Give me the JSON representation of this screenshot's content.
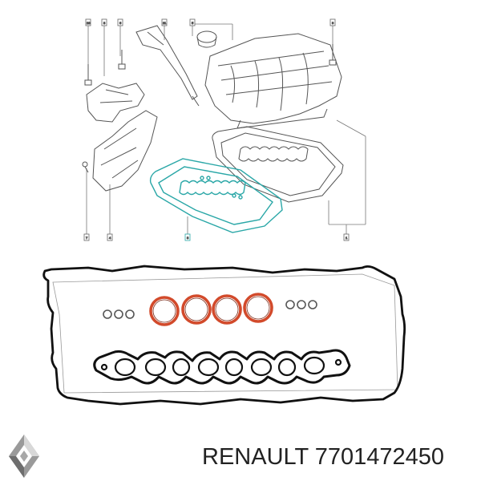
{
  "diagram": {
    "callouts": [
      {
        "id": "c1",
        "label": "10"
      },
      {
        "id": "c2",
        "label": "8"
      },
      {
        "id": "c3",
        "label": "6"
      },
      {
        "id": "c4",
        "label": "11"
      },
      {
        "id": "c5",
        "label": "5"
      },
      {
        "id": "c6",
        "label": "9"
      },
      {
        "id": "c7",
        "label": "7"
      },
      {
        "id": "c8",
        "label": "4"
      },
      {
        "id": "c9",
        "label": "3"
      },
      {
        "id": "c10",
        "label": "1"
      }
    ]
  },
  "colors": {
    "highlight_gasket": "#2aa7a7",
    "orange_o_ring": "#d24a2b",
    "line": "#444444",
    "gasket_black": "#111111"
  },
  "brand": {
    "logo_icon": "renault-diamond-icon",
    "caption": "RENAULT 7701472450"
  }
}
